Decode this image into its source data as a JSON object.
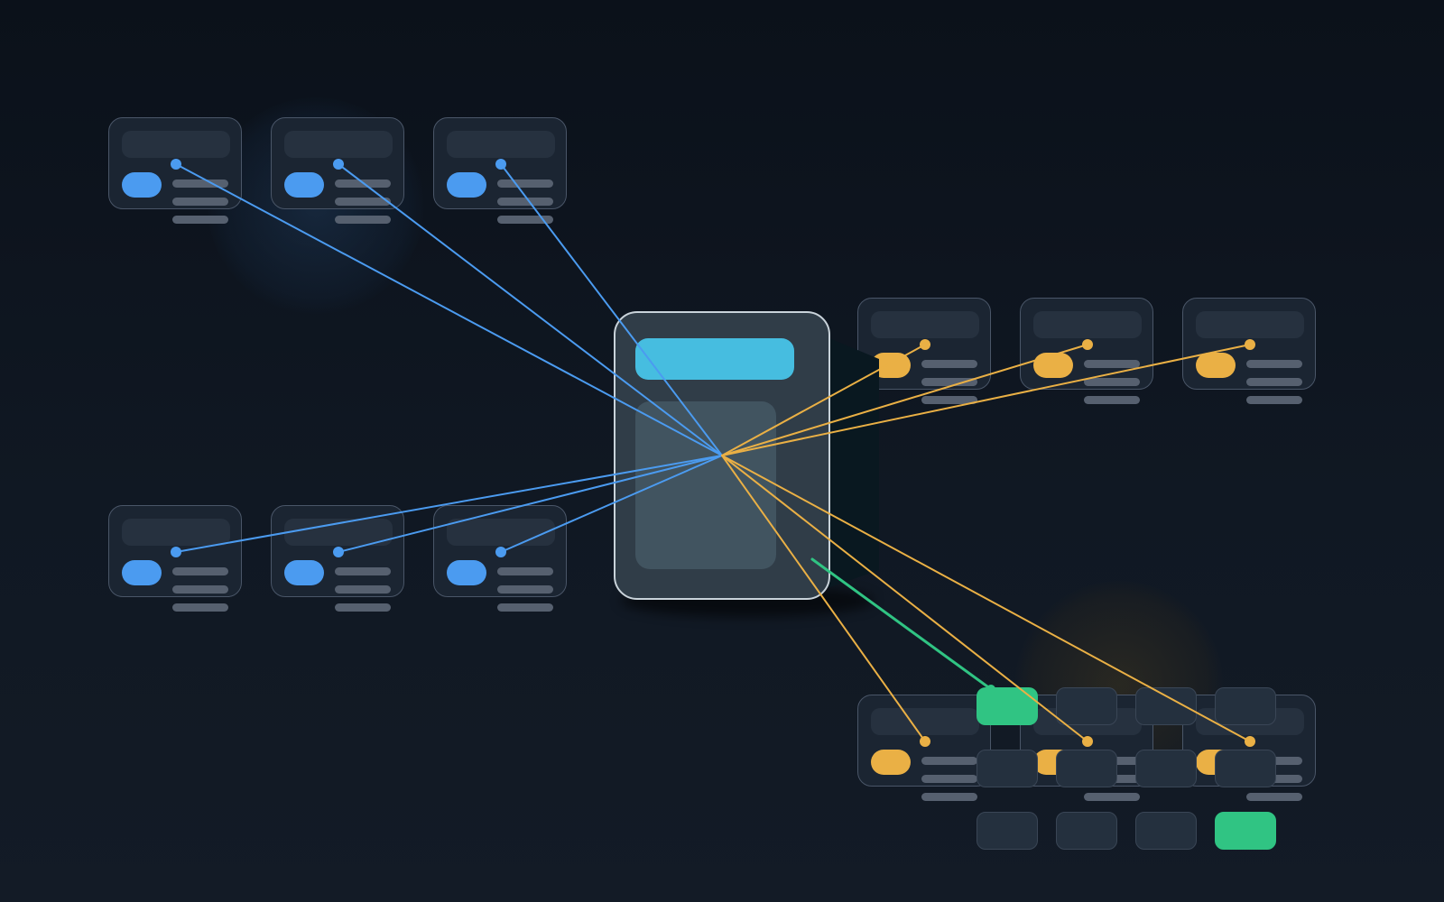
{
  "diagram": {
    "colors": {
      "background": "#0d141d",
      "hub_frame": "#c9d3da",
      "hub_banner": "#46bde0",
      "blue_link": "#4b9bf0",
      "amber_link": "#eab045",
      "green_link": "#30c483",
      "tile_active": "#30c483"
    },
    "node_groups": [
      {
        "group": "source",
        "color": "blue",
        "count": 6
      },
      {
        "group": "target",
        "color": "amber",
        "count": 6
      }
    ],
    "tile_grid": {
      "rows": 3,
      "columns": 4,
      "active": [
        "tile-r1-c1",
        "tile-r3-c4"
      ]
    },
    "links": [
      {
        "from": "hub",
        "to": "card-tl-1",
        "color": "blue"
      },
      {
        "from": "hub",
        "to": "card-tl-2",
        "color": "blue"
      },
      {
        "from": "hub",
        "to": "card-tl-3",
        "color": "blue"
      },
      {
        "from": "hub",
        "to": "card-ml-1",
        "color": "blue"
      },
      {
        "from": "hub",
        "to": "card-ml-2",
        "color": "blue"
      },
      {
        "from": "hub",
        "to": "card-ml-3",
        "color": "blue"
      },
      {
        "from": "hub",
        "to": "card-tr-1",
        "color": "amber"
      },
      {
        "from": "hub",
        "to": "card-tr-2",
        "color": "amber"
      },
      {
        "from": "hub",
        "to": "card-tr-3",
        "color": "amber"
      },
      {
        "from": "hub",
        "to": "card-br-1",
        "color": "amber"
      },
      {
        "from": "hub",
        "to": "card-br-2",
        "color": "amber"
      },
      {
        "from": "hub",
        "to": "card-br-3",
        "color": "amber"
      },
      {
        "from": "hub",
        "to": "tile-r1-c1",
        "color": "green"
      }
    ]
  }
}
